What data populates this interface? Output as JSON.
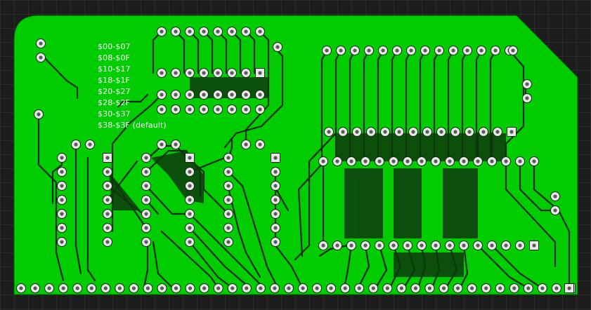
{
  "board": {
    "grid_color": "#3a3a3a",
    "background_color": "#1c1c1c",
    "copper_color": "#00cc00",
    "trace_color": "#0b2a0b",
    "pad_color": "#e8e8e8",
    "hole_color": "#5a5a5a"
  },
  "silkscreen": {
    "address_options": [
      "$00-$07",
      "$08-$0F",
      "$10-$17",
      "$18-$1F",
      "$20-$27",
      "$28-$2F",
      "$30-$37",
      "$38-$3F (default)"
    ]
  }
}
